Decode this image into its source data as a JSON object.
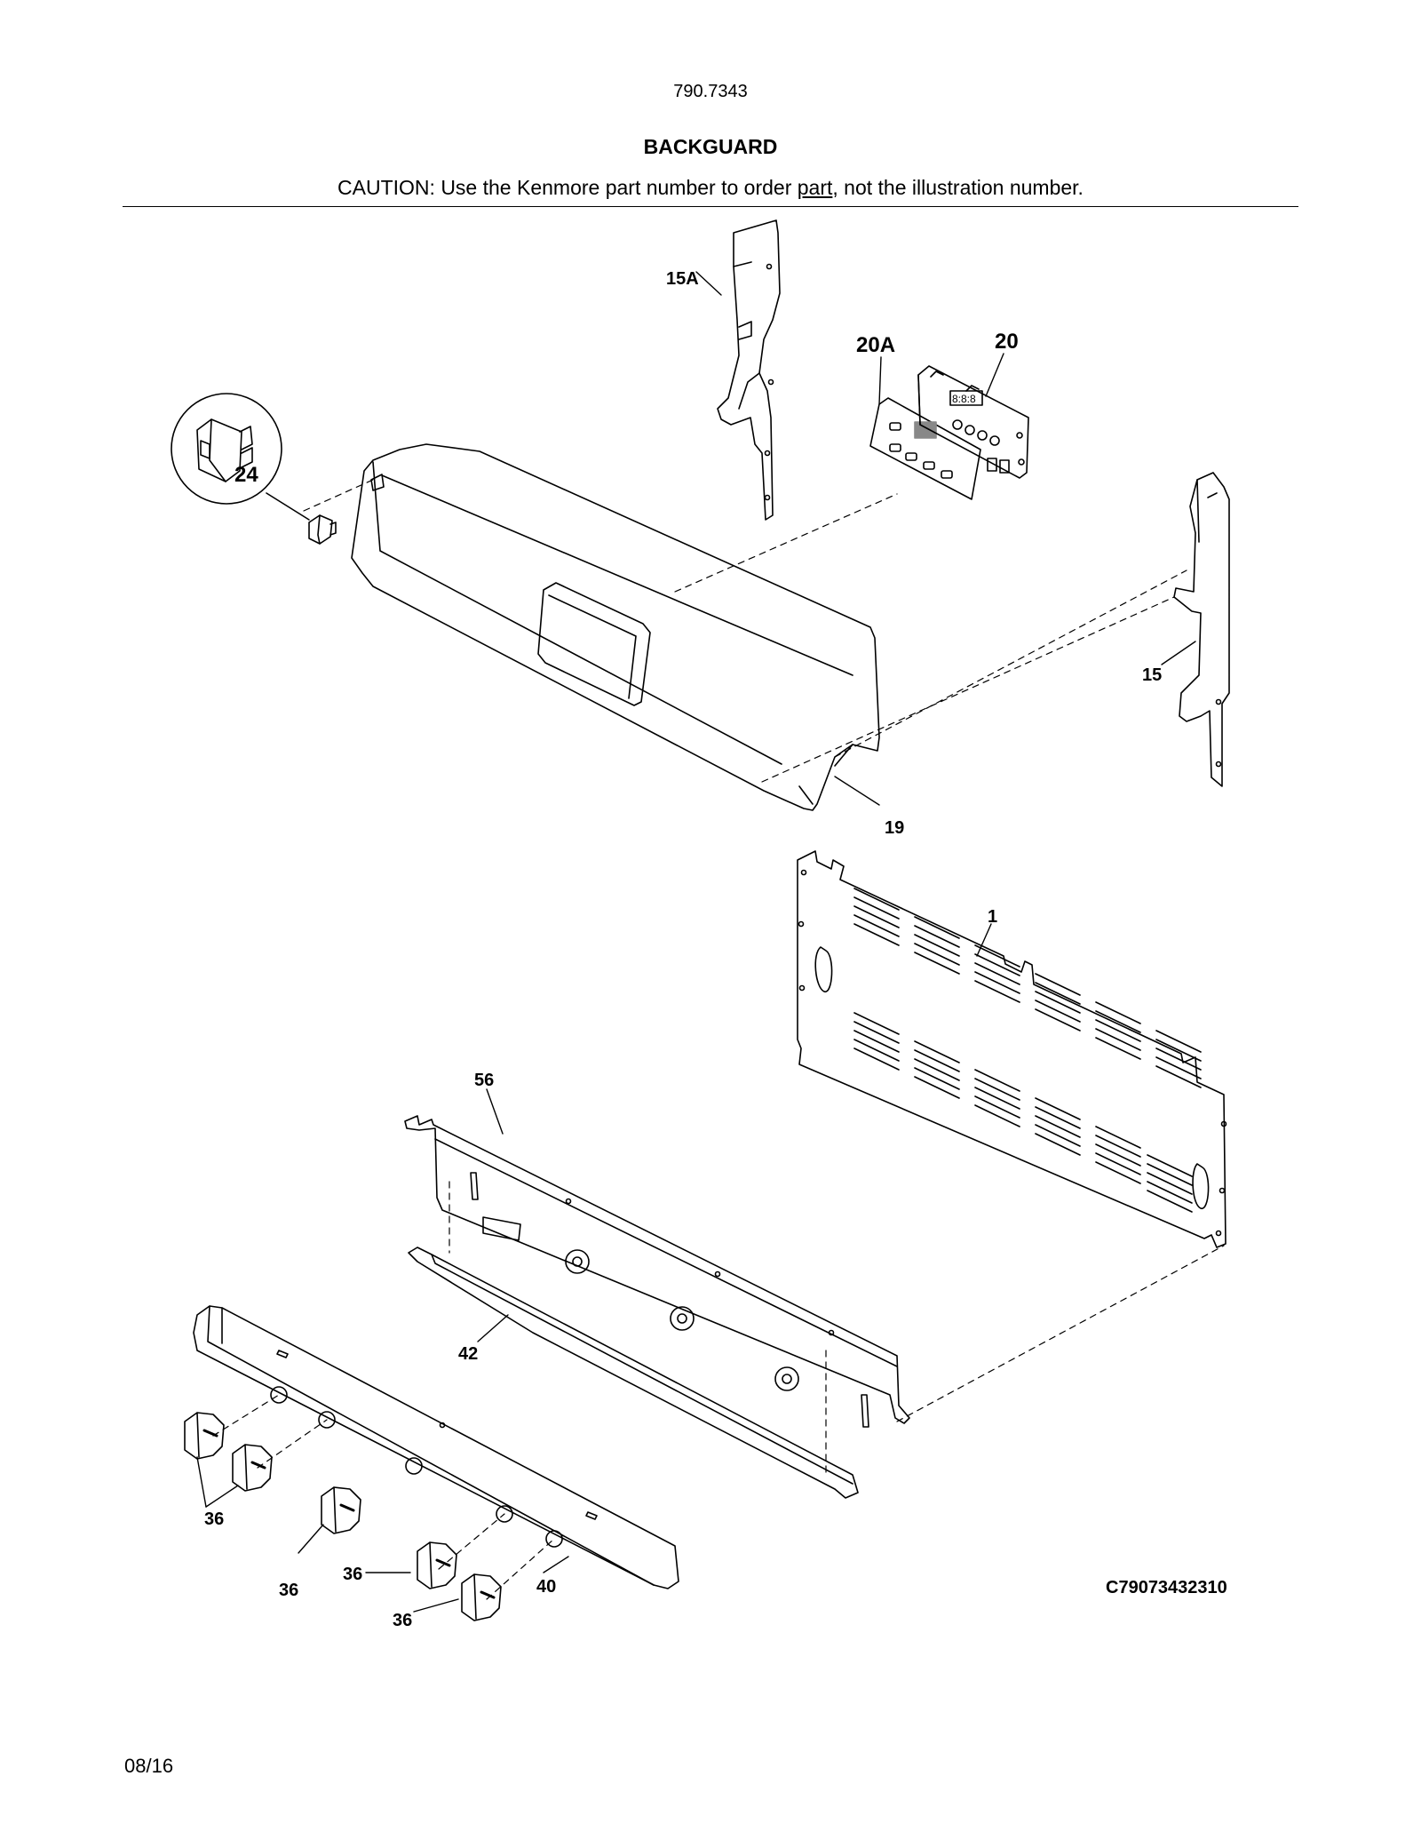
{
  "header": {
    "model_number": "790.7343",
    "title": "BACKGUARD",
    "caution_prefix": "CAUTION: Use the Kenmore part number to order ",
    "caution_underlined": "part",
    "caution_suffix": ", not the illustration number."
  },
  "callouts": {
    "p15a": "15A",
    "p20a": "20A",
    "p20": "20",
    "p24": "24",
    "p15": "15",
    "p19": "19",
    "p1": "1",
    "p56": "56",
    "p42": "42",
    "p36a": "36",
    "p36b": "36",
    "p36c": "36",
    "p36d": "36",
    "p40": "40"
  },
  "footer": {
    "drawing_code": "C79073432310",
    "date": "08/16"
  }
}
